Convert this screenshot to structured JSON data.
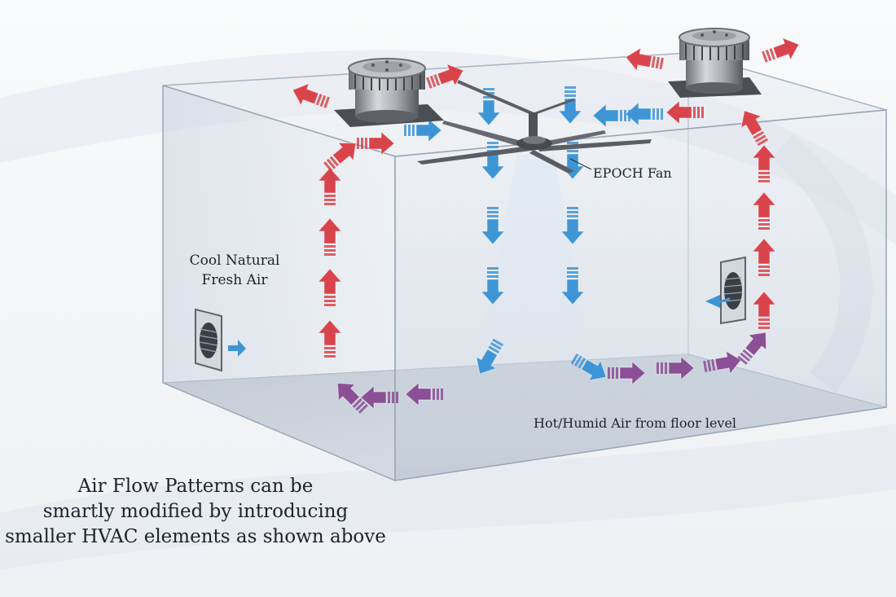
{
  "labels": {
    "fresh_air_line1": "Cool Natural",
    "fresh_air_line2": "Fresh Air",
    "fan": "EPOCH Fan",
    "floor_air": "Hot/Humid Air from floor level"
  },
  "caption": [
    "Air Flow Patterns can be",
    "smartly modified by introducing",
    "smaller HVAC elements as shown above"
  ],
  "colors": {
    "hot_air": "#d9434b",
    "cool_air": "#3e95d6",
    "mixed_air": "#8a4f94",
    "box_edge": "#9aa6b6",
    "background": "#f6f7f9"
  },
  "icons": {
    "exhaust": "roof-exhaust-fan-icon",
    "fan": "ceiling-fan-icon",
    "vent": "wall-vent-icon"
  }
}
